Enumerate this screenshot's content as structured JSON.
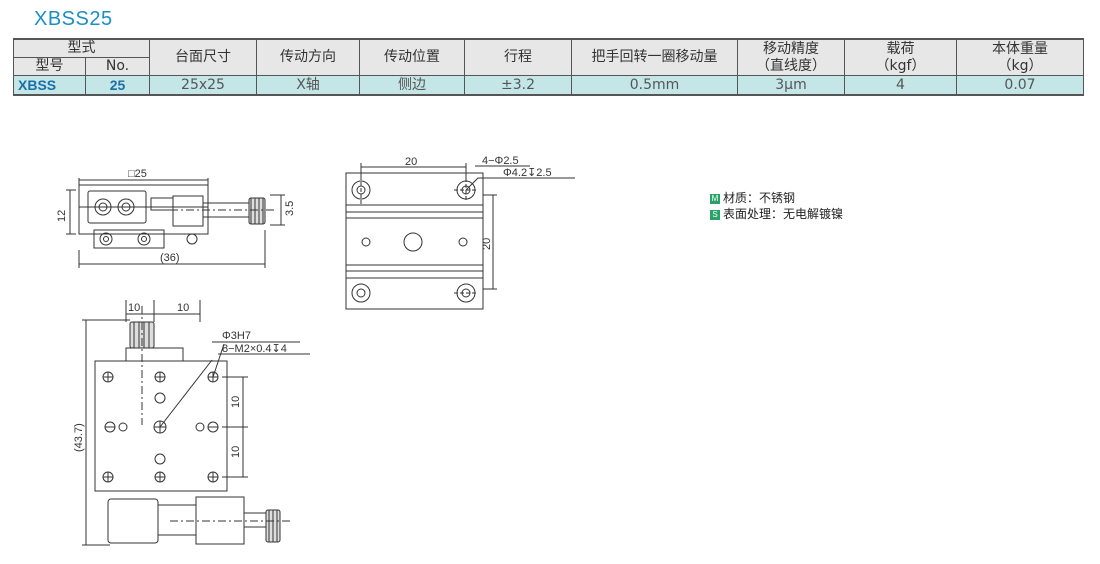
{
  "title": "XBSS25",
  "table": {
    "group_header": "型式",
    "sub_headers": [
      "型号",
      "No."
    ],
    "headers": [
      "台面尺寸",
      "传动方向",
      "传动位置",
      "行程",
      "把手回转一圈移动量"
    ],
    "precision_header": [
      "移动精度",
      "（直线度）"
    ],
    "load_header": [
      "载荷",
      "（kgf）"
    ],
    "weight_header": [
      "本体重量",
      "（kg）"
    ],
    "row": {
      "model": "XBSS",
      "no": "25",
      "table_size": "25x25",
      "drive_direction": "X轴",
      "drive_position": "侧边",
      "travel": "±3.2",
      "per_rev": "0.5mm",
      "precision": "3μm",
      "load": "4",
      "weight": "0.07"
    }
  },
  "notes": {
    "material_badge": "M",
    "material": "材质：不锈钢",
    "surface_badge": "S",
    "surface": "表面处理：无电解镀镍"
  },
  "dims": {
    "side_width": "□25",
    "side_height": "12",
    "side_knob": "3.5",
    "side_length": "(36)",
    "front_width": "20",
    "front_holes": "4−Φ2.5",
    "front_cbore": "Φ4.2↧2.5",
    "front_height": "20",
    "top_left": "10",
    "top_right": "10",
    "top_pin": "Φ3H7",
    "top_taps": "8−M2×0.4↧4",
    "top_v1": "10",
    "top_v2": "10",
    "top_total": "(43.7)"
  }
}
